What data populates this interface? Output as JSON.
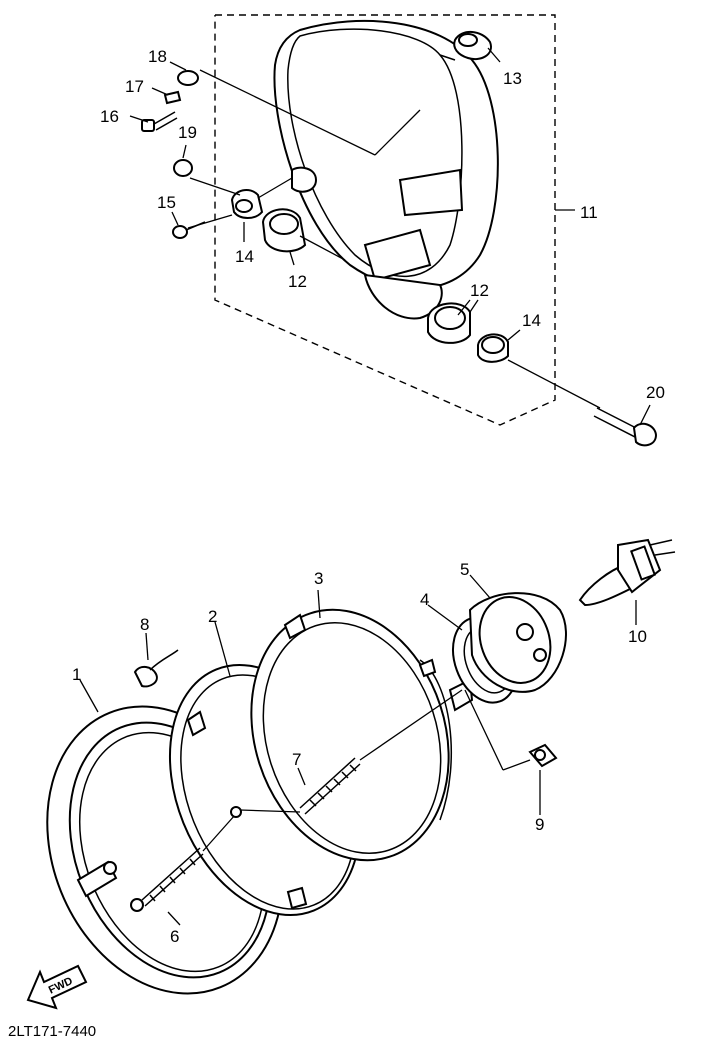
{
  "diagram": {
    "drawing_code": "2LT171-7440",
    "fwd_label": "FWD",
    "callouts": {
      "c1": "1",
      "c2": "2",
      "c3": "3",
      "c4": "4",
      "c5": "5",
      "c6": "6",
      "c7": "7",
      "c8": "8",
      "c9": "9",
      "c10": "10",
      "c11": "11",
      "c12a": "12",
      "c12b": "12",
      "c13": "13",
      "c14a": "14",
      "c14b": "14",
      "c15": "15",
      "c16": "16",
      "c17": "17",
      "c18": "18",
      "c19": "19",
      "c20": "20"
    }
  }
}
